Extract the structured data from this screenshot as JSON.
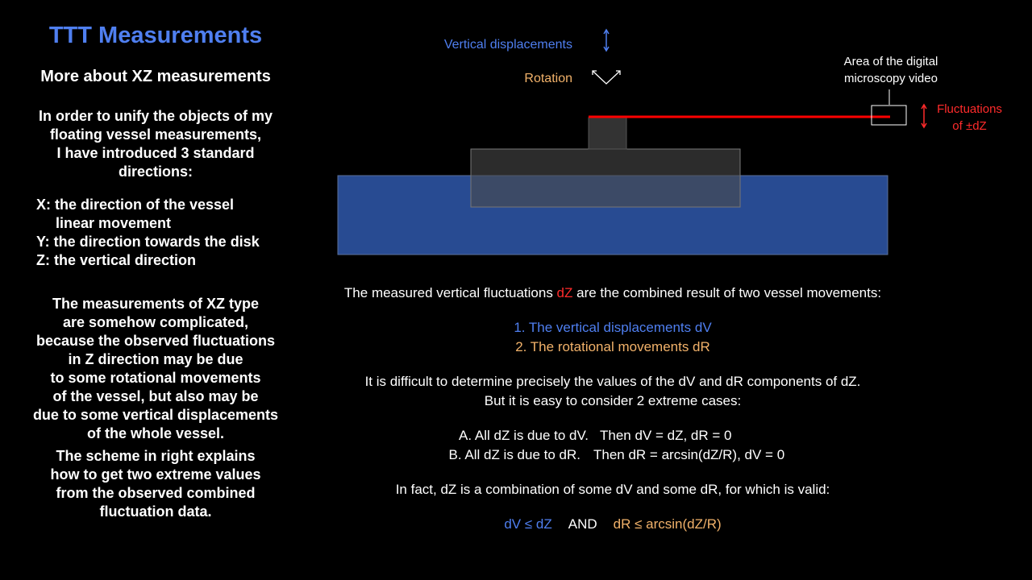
{
  "left": {
    "title": "TTT Measurements",
    "subtitle": "More about XZ measurements",
    "intro": [
      "In order to unify the objects of my",
      "floating vessel measurements,",
      "I have introduced 3 standard",
      "directions:"
    ],
    "axes": {
      "x1": "X: the direction of the vessel",
      "x2": "linear movement",
      "y": "Y: the direction towards the disk",
      "z": "Z: the vertical direction"
    },
    "para2": [
      "The measurements of XZ type",
      "are somehow complicated,",
      "because the observed fluctuations",
      "in Z direction may be due",
      "to some rotational movements",
      "of the vessel, but also may be",
      "due to some vertical displacements",
      "of the whole vessel."
    ],
    "para3": [
      "The scheme in right explains",
      "how to get two extreme values",
      "from the observed combined",
      "fluctuation data."
    ]
  },
  "diagram": {
    "vertical_label": "Vertical displacements",
    "rotation_label": "Rotation",
    "microscopy_label": [
      "Area of the digital",
      "microscopy video"
    ],
    "fluct_label": [
      "Fluctuations",
      "of ±dZ"
    ],
    "colors": {
      "water": "#284b92",
      "vessel": "#333333",
      "laser": "#ff0000",
      "blue": "#4f7ff0",
      "orange": "#f2b26a"
    }
  },
  "right": {
    "line1_a": "The measured vertical fluctuations ",
    "line1_dz": "dZ",
    "line1_b": " are the combined result of two vessel movements:",
    "item1": "1. The vertical displacements dV",
    "item2": "2. The rotational movements dR",
    "diff1": "It is difficult to determine precisely the values of the dV and dR components of dZ.",
    "diff2": "But it is easy to consider 2 extreme cases:",
    "caseA_a": "A. All dZ is due to dV.",
    "caseA_b": "Then dV = dZ, dR = 0",
    "caseB_a": "B. All dZ is due to dR.",
    "caseB_b": "Then dR = arcsin(dZ/R), dV = 0",
    "fact": "In fact, dZ is a combination of some dV and some dR, for which is valid:",
    "cond1": "dV ≤ dZ",
    "and": "AND",
    "cond2": "dR ≤ arcsin(dZ/R)"
  }
}
